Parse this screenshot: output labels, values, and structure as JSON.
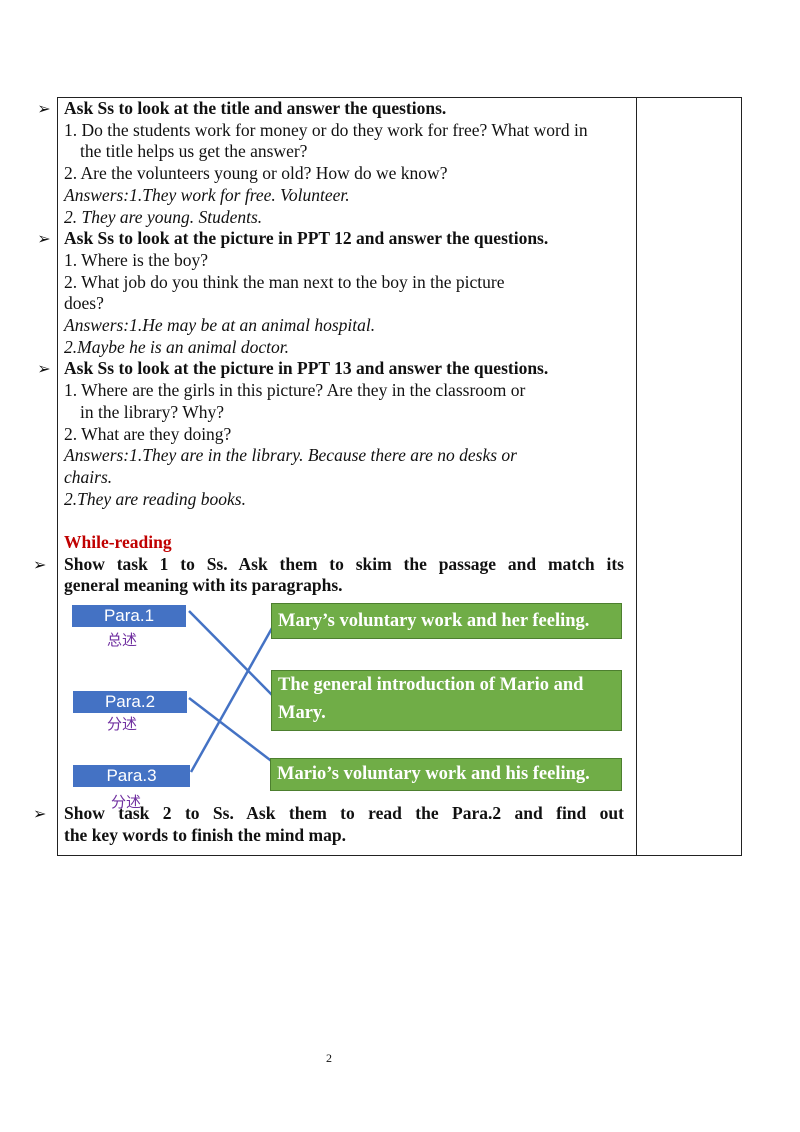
{
  "bullet_symbol": "➢",
  "section1": {
    "heading": "Ask  Ss  to  look at the title and answer the questions.",
    "q1_line1": "1. Do the students work for money or do they work for free? What word in",
    "q1_line2": "the title helps us get the answer?",
    "q2": "2. Are the volunteers young or old? How do we know?",
    "answer1": "Answers:1.They work for free. Volunteer.",
    "answer2": "2.  They are young. Students."
  },
  "section2": {
    "heading": "Ask  Ss  to  look  at the picture  in  PPT  12  and answer the questions.",
    "q1": "1.  Where  is  the  boy?",
    "q2_line1": "2.  What  job  do  you  think  the  man  next  to  the  boy  in  the  picture",
    "q2_line2": "does?",
    "answer1": "Answers:1.He  may  be  at  an  animal  hospital.",
    "answer2": "2.Maybe  he  is  an  animal  doctor."
  },
  "section3": {
    "heading": "Ask  Ss  to  look  at the picture  in  PPT  13  and answer the questions.",
    "q1_line1": "1.  Where  are  the  girls  in  this  picture?  Are  they  in  the  classroom  or",
    "q1_line2": "in  the  library?  Why?",
    "q2": "2.  What  are  they  doing?",
    "answer1_line1": "Answers:1.They  are  in  the  library.  Because  there  are  no  desks  or",
    "answer1_line2": "chairs.",
    "answer2": "2.They  are  reading  books."
  },
  "while_reading": "While-reading",
  "task1": {
    "line1": "Show  task  1  to  Ss.  Ask  them  to  skim  the  passage  and  match  its",
    "line2": "general  meaning  with  its  paragraphs."
  },
  "diagram": {
    "para1": "Para.1",
    "para1_cn": "总述",
    "para2": "Para.2",
    "para2_cn": "分述",
    "para3": "Para.3",
    "para3_cn": "分述",
    "box1": "Mary’s voluntary work and her feeling.",
    "box2_line1": "The general introduction of Mario and",
    "box2_line2": "Mary.",
    "box3": "Mario’s voluntary work and his feeling.",
    "colors": {
      "para_blue": "#4472c4",
      "box_green": "#70ad47",
      "cn_purple": "#7030a0",
      "line_blue": "#4472c4"
    }
  },
  "task2": {
    "line1": " Show  task  2  to  Ss.  Ask  them  to  read  the  Para.2  and  find  out",
    "line2": "the  key  words  to  finish  the  mind  map."
  },
  "page_number": "2"
}
